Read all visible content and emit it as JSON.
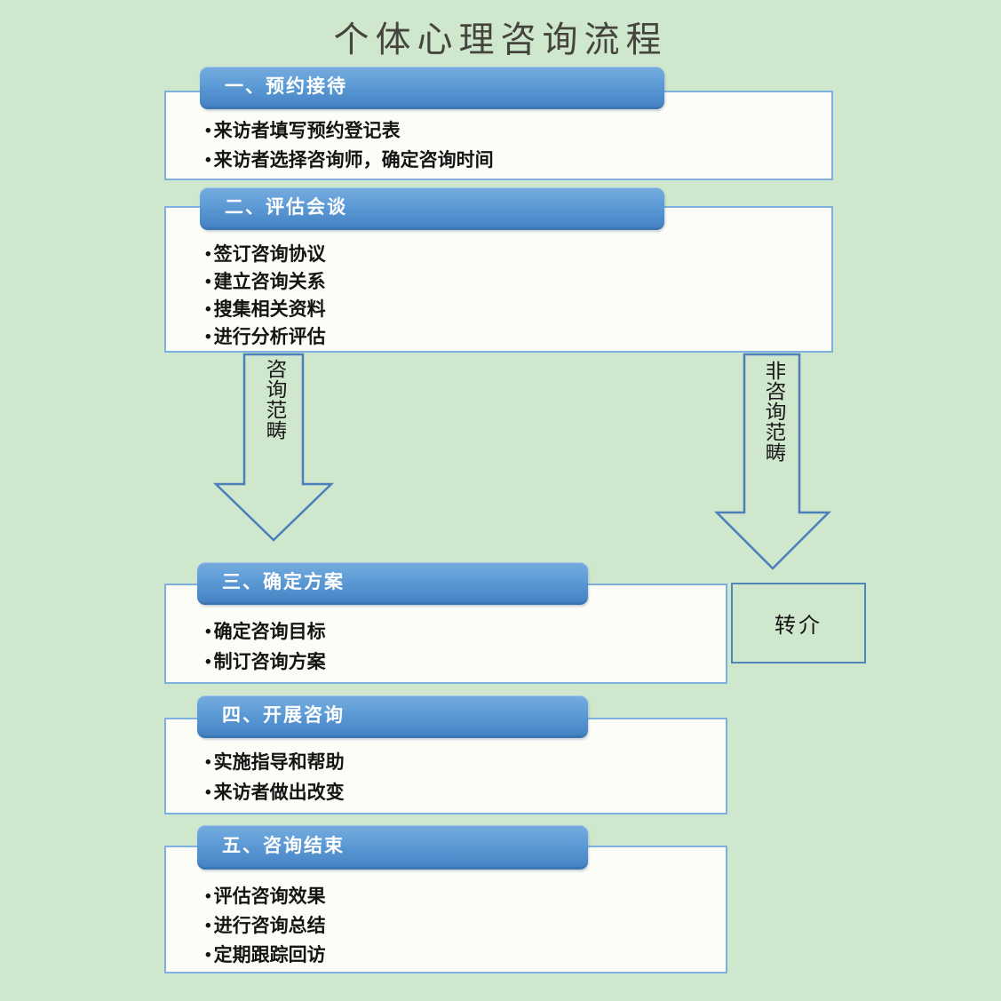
{
  "title": "个体心理咨询流程",
  "sections": [
    {
      "id": "appointment-reception",
      "header": "一、预约接待",
      "bullets": [
        "来访者填写预约登记表",
        "来访者选择咨询师，确定咨询时间"
      ]
    },
    {
      "id": "assessment-interview",
      "header": "二、评估会谈",
      "bullets": [
        "签订咨询协议",
        "建立咨询关系",
        "搜集相关资料",
        "进行分析评估"
      ]
    },
    {
      "id": "determine-plan",
      "header": "三、确定方案",
      "bullets": [
        "确定咨询目标",
        "制订咨询方案"
      ]
    },
    {
      "id": "conduct-counseling",
      "header": "四、开展咨询",
      "bullets": [
        "实施指导和帮助",
        "来访者做出改变"
      ]
    },
    {
      "id": "counseling-end",
      "header": "五、咨询结束",
      "bullets": [
        "评估咨询效果",
        "进行咨询总结",
        "定期跟踪回访"
      ]
    }
  ],
  "arrows": [
    {
      "id": "counseling-scope",
      "label": "咨询范畴",
      "direction": "down"
    },
    {
      "id": "non-counseling-scope",
      "label": "非咨询范畴",
      "direction": "down"
    }
  ],
  "referral": {
    "label": "转介"
  },
  "colors": {
    "background": "#cfe7cc",
    "header_gradient_top": "#76acdf",
    "header_gradient_bottom": "#4583c4",
    "header_border_bottom": "#3a76b4",
    "box_fill": "#fdfdf8",
    "box_border": "#7eb0de",
    "arrow_outline": "#4a7fba",
    "referral_border": "#4f86b8",
    "title_text": "#45453e",
    "body_text": "#141414",
    "header_text": "#ffffff"
  }
}
